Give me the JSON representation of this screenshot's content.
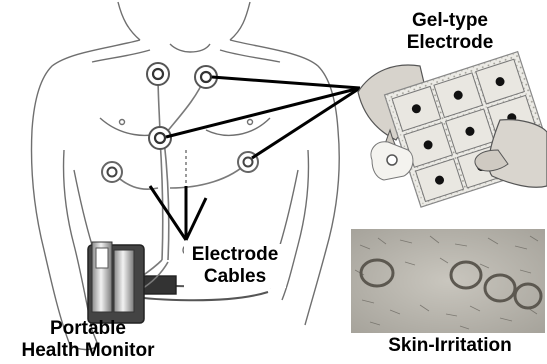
{
  "labels": {
    "gel_electrode": [
      "Gel-type",
      "Electrode"
    ],
    "electrode_cables": [
      "Electrode",
      "Cables"
    ],
    "portable_monitor": [
      "Portable",
      "Health Monitor"
    ],
    "skin_irritation": "Skin-Irritation"
  },
  "colors": {
    "line": "#000000",
    "skin_photo": "#b9b6ae",
    "patch": "#e4e2dc",
    "torso_outline": "#6f6f6f"
  }
}
